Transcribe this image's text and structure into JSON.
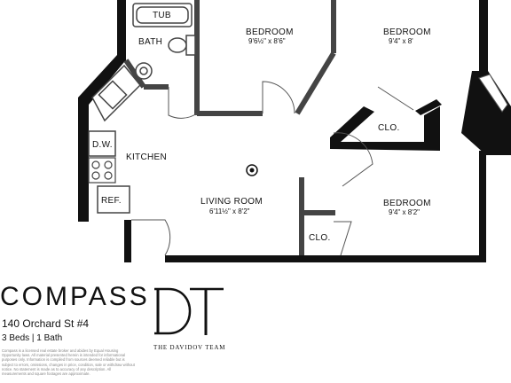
{
  "rooms": {
    "tub": "TUB",
    "bath": "BATH",
    "bedroom1": {
      "name": "BEDROOM",
      "dims": "9'6½\" x 8'6\""
    },
    "bedroom2": {
      "name": "BEDROOM",
      "dims": "9'4\" x 8'"
    },
    "bedroom3": {
      "name": "BEDROOM",
      "dims": "9'4\" x 8'2\""
    },
    "closet1": "CLO.",
    "closet2": "CLO.",
    "kitchen": "KITCHEN",
    "dishwasher": "D.W.",
    "refrigerator": "REF.",
    "living": {
      "name": "LIVING ROOM",
      "dims": "6'11½\" x 8'2\""
    }
  },
  "brand": {
    "name": "COMPASS",
    "address": "140 Orchard St #4",
    "summary": "3 Beds | 1 Bath",
    "legal": "Compass is a licensed real estate broker and abides by Equal Housing Opportunity laws. All material presented herein is intended for informational purposes only. Information is compiled from sources deemed reliable but is subject to errors, omissions, changes in price, condition, sale or withdraw without notice. No statement is made as to accuracy of any description. All measurements and square footages are approximate."
  },
  "team": {
    "monogram": "DT",
    "name": "THE DAVIDOV TEAM"
  }
}
